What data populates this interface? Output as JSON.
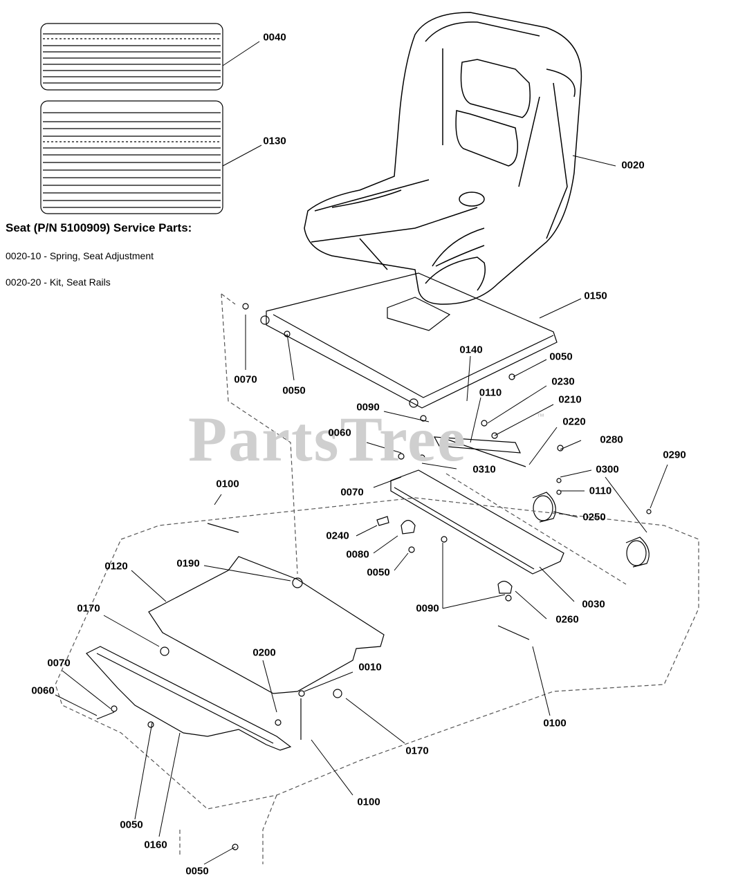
{
  "service": {
    "title": "Seat (P/N 5100909) Service Parts:",
    "items": [
      "0020-10 - Spring, Seat Adjustment",
      "0020-20 - Kit, Seat Rails"
    ]
  },
  "watermark": {
    "text": "PartsTree",
    "tm": "™"
  },
  "callouts": [
    "0040",
    "0130",
    "0020",
    "0150",
    "0070",
    "0050",
    "0140",
    "0050",
    "0230",
    "0090",
    "0110",
    "0210",
    "0220",
    "0060",
    "0280",
    "0310",
    "0290",
    "0070",
    "0300",
    "0110",
    "0100",
    "0250",
    "0240",
    "0080",
    "0050",
    "0190",
    "0120",
    "0030",
    "0090",
    "0260",
    "0170",
    "0200",
    "0010",
    "0070",
    "0060",
    "0100",
    "0170",
    "0050",
    "0100",
    "0160",
    "0050"
  ]
}
